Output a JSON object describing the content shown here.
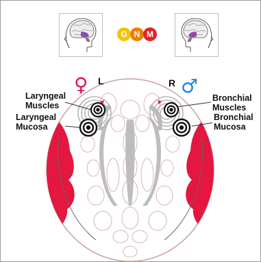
{
  "logo": {
    "letters": [
      "G",
      "N",
      "M"
    ],
    "colors": [
      "#f5c400",
      "#ee7f00",
      "#e3242b"
    ]
  },
  "sides": {
    "left": "L",
    "right": "R"
  },
  "symbols": {
    "female": {
      "glyph": "♀",
      "color": "#e0115f"
    },
    "male": {
      "glyph": "♂",
      "color": "#1e88e5"
    }
  },
  "labels": {
    "left_muscles": [
      "Laryngeal",
      "Muscles"
    ],
    "left_mucosa": [
      "Laryngeal",
      "Mucosa"
    ],
    "right_muscles": [
      "Bronchial",
      "Muscles"
    ],
    "right_mucosa": [
      "Bronchial",
      "Mucosa"
    ]
  },
  "colors": {
    "cortex_red": "#e3173f",
    "gray_matter": "#bdbdbd",
    "outline": "#c9a0a0",
    "brain_highlight": "#8d4aa8"
  }
}
